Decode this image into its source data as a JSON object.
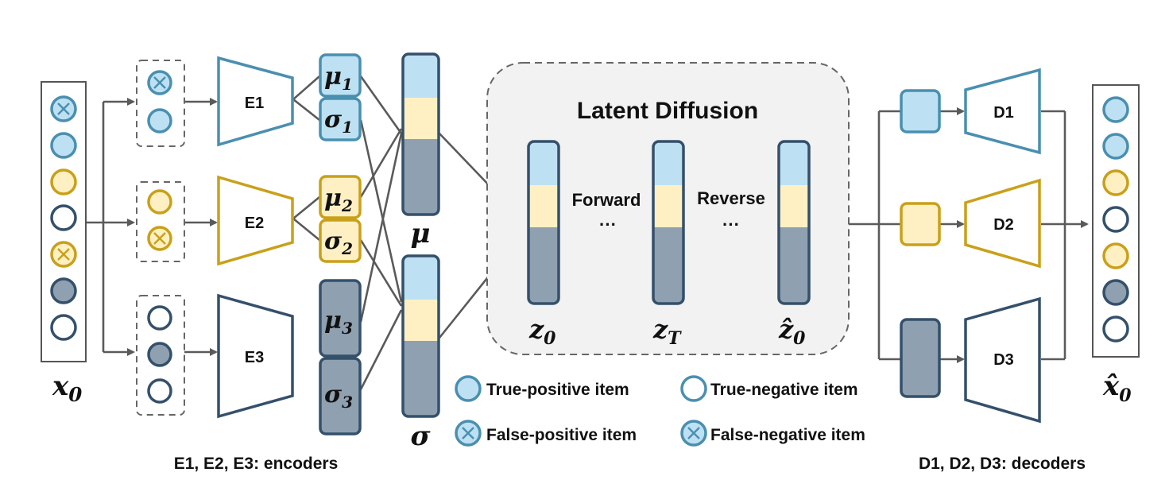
{
  "colors": {
    "blue": "#4a8fb0",
    "blue_fill": "#bde1f2",
    "gold": "#c9a019",
    "gold_fill": "#fff0c4",
    "navy": "#34506b",
    "navy_fill": "#8fa0b0",
    "arrow": "#5a5a5a"
  },
  "input": {
    "symbol": "x",
    "subscript": "0"
  },
  "output": {
    "symbol": "x̂",
    "subscript": "0"
  },
  "encoders": [
    {
      "label": "E1",
      "mu": "μ",
      "mu_sub": "1",
      "sigma": "σ",
      "sigma_sub": "1"
    },
    {
      "label": "E2",
      "mu": "μ",
      "mu_sub": "2",
      "sigma": "σ",
      "sigma_sub": "2"
    },
    {
      "label": "E3",
      "mu": "μ",
      "mu_sub": "3",
      "sigma": "σ",
      "sigma_sub": "3"
    }
  ],
  "mu_label": "μ",
  "sigma_label": "σ",
  "diffusion": {
    "title": "Latent Diffusion",
    "forward": "Forward",
    "reverse": "Reverse",
    "ellipsis": "···",
    "z0": {
      "symbol": "z",
      "subscript": "0"
    },
    "zT": {
      "symbol": "z",
      "subscript": "T"
    },
    "z0hat": {
      "symbol": "ẑ",
      "subscript": "0"
    }
  },
  "decoders": [
    {
      "label": "D1"
    },
    {
      "label": "D2"
    },
    {
      "label": "D3"
    }
  ],
  "legend": {
    "true_positive": "True-positive item",
    "true_negative": "True-negative item",
    "false_positive": "False-positive item",
    "false_negative": "False-negative item"
  },
  "captions": {
    "encoders": "E1, E2, E3: encoders",
    "decoders": "D1, D2, D3: decoders"
  }
}
